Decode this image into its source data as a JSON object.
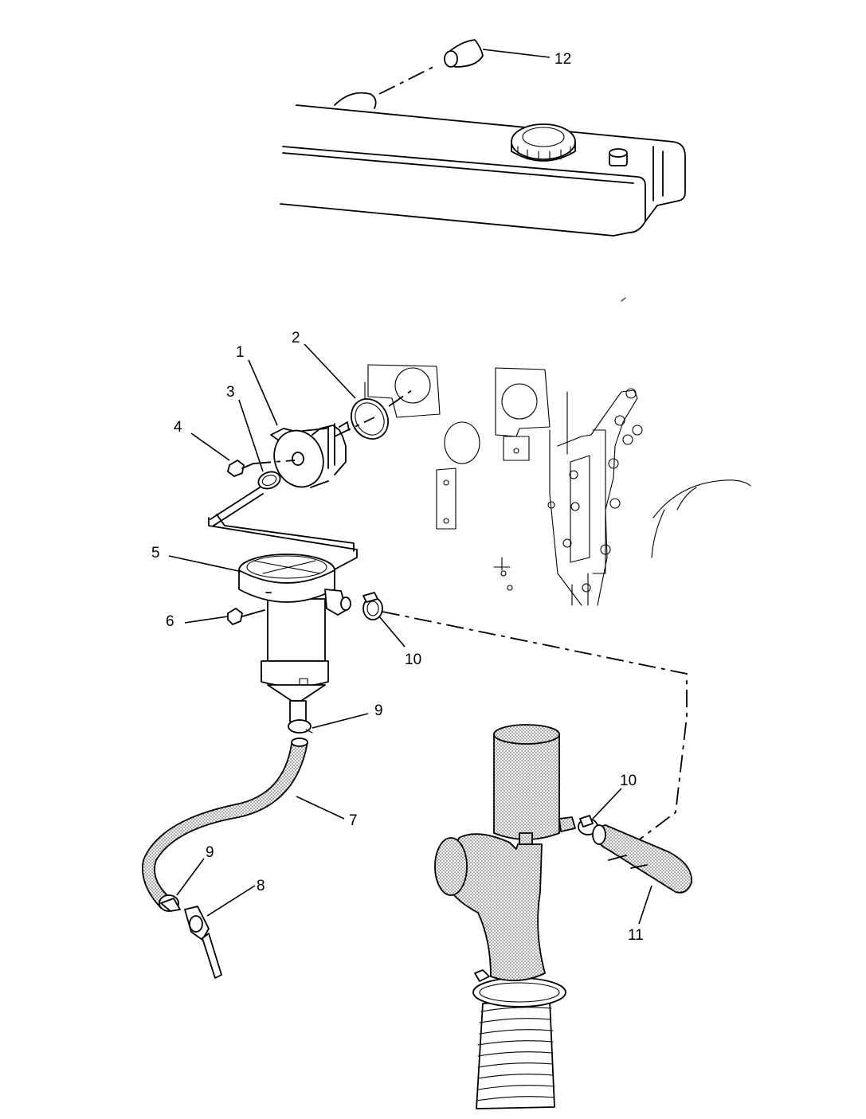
{
  "callouts": [
    {
      "id": "1",
      "label": "1"
    },
    {
      "id": "2",
      "label": "2"
    },
    {
      "id": "3",
      "label": "3"
    },
    {
      "id": "4",
      "label": "4"
    },
    {
      "id": "5",
      "label": "5"
    },
    {
      "id": "6",
      "label": "6"
    },
    {
      "id": "7",
      "label": "7"
    },
    {
      "id": "8",
      "label": "8"
    },
    {
      "id": "9a",
      "label": "9"
    },
    {
      "id": "9b",
      "label": "9"
    },
    {
      "id": "10a",
      "label": "10"
    },
    {
      "id": "10b",
      "label": "10"
    },
    {
      "id": "11",
      "label": "11"
    },
    {
      "id": "12",
      "label": "12"
    }
  ]
}
